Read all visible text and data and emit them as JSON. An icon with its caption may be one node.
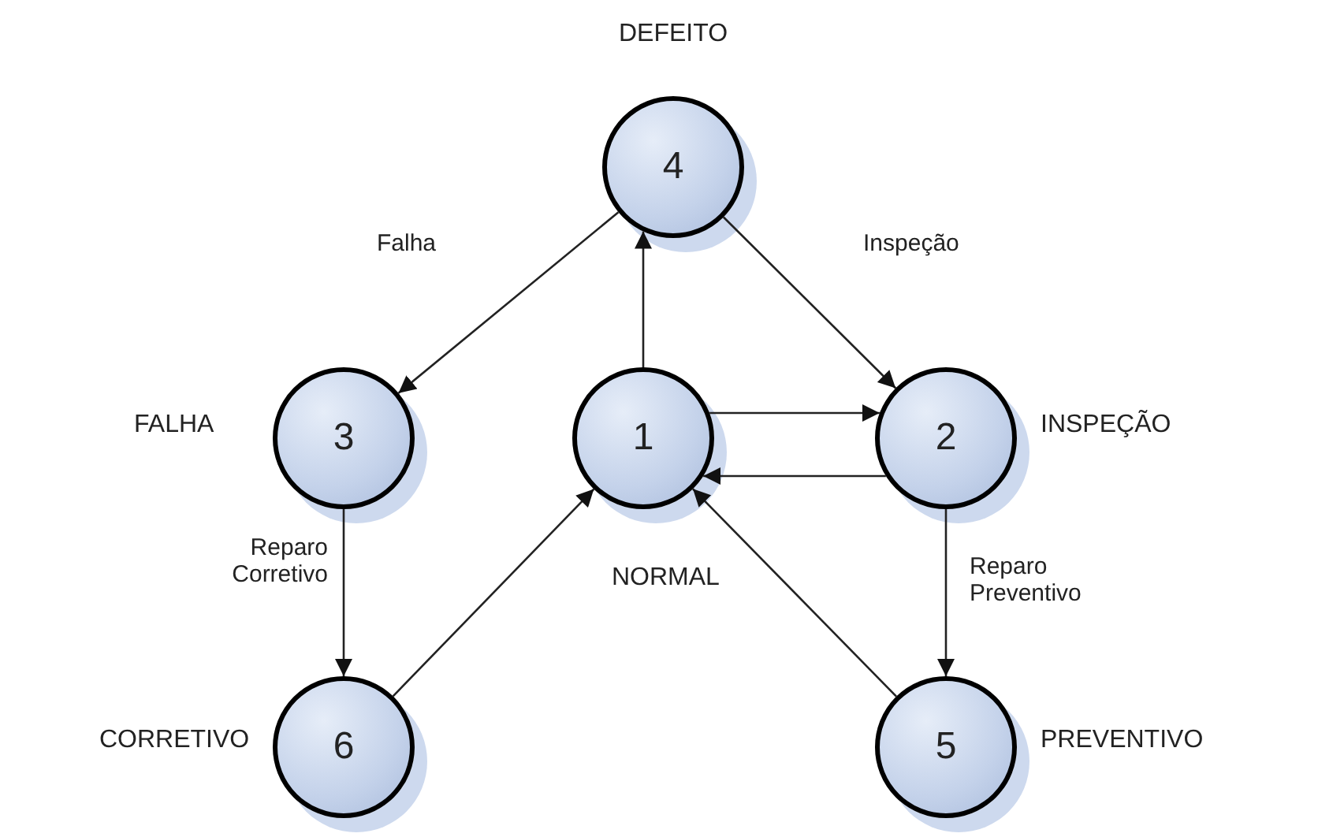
{
  "diagram": {
    "nodes": [
      {
        "text": [
          "4"
        ],
        "beside": [
          "DEFEITO"
        ]
      },
      {
        "text": [
          "3"
        ],
        "beside": [
          "FALHA"
        ]
      },
      {
        "text": [
          "1"
        ],
        "beside": [
          "NORMAL"
        ]
      },
      {
        "text": [
          "2"
        ],
        "beside": [
          "INSPEÇÃO"
        ]
      },
      {
        "text": [
          "6"
        ],
        "beside": [
          "CORRETIVO"
        ]
      },
      {
        "text": [
          "5"
        ],
        "beside": [
          "PREVENTIVO"
        ]
      }
    ],
    "edges": [
      {
        "from": 0,
        "to": 1,
        "arrow": "to",
        "label": "Falha"
      },
      {
        "from": 0,
        "to": 3,
        "arrow": "to",
        "label": "Inspeção"
      },
      {
        "from": 2,
        "to": 0,
        "arrow": "to"
      },
      {
        "from": 2,
        "to": 3,
        "arrow": "to"
      },
      {
        "from": 3,
        "to": 2,
        "arrow": "to"
      },
      {
        "from": 1,
        "to": 4,
        "arrow": "to",
        "label": "Reparo Corretivo"
      },
      {
        "from": 4,
        "to": 2,
        "arrow": "to"
      },
      {
        "from": 3,
        "to": 5,
        "arrow": "to",
        "label": "Reparo Preventivo"
      },
      {
        "from": 5,
        "to": 2,
        "arrow": "to"
      }
    ]
  }
}
